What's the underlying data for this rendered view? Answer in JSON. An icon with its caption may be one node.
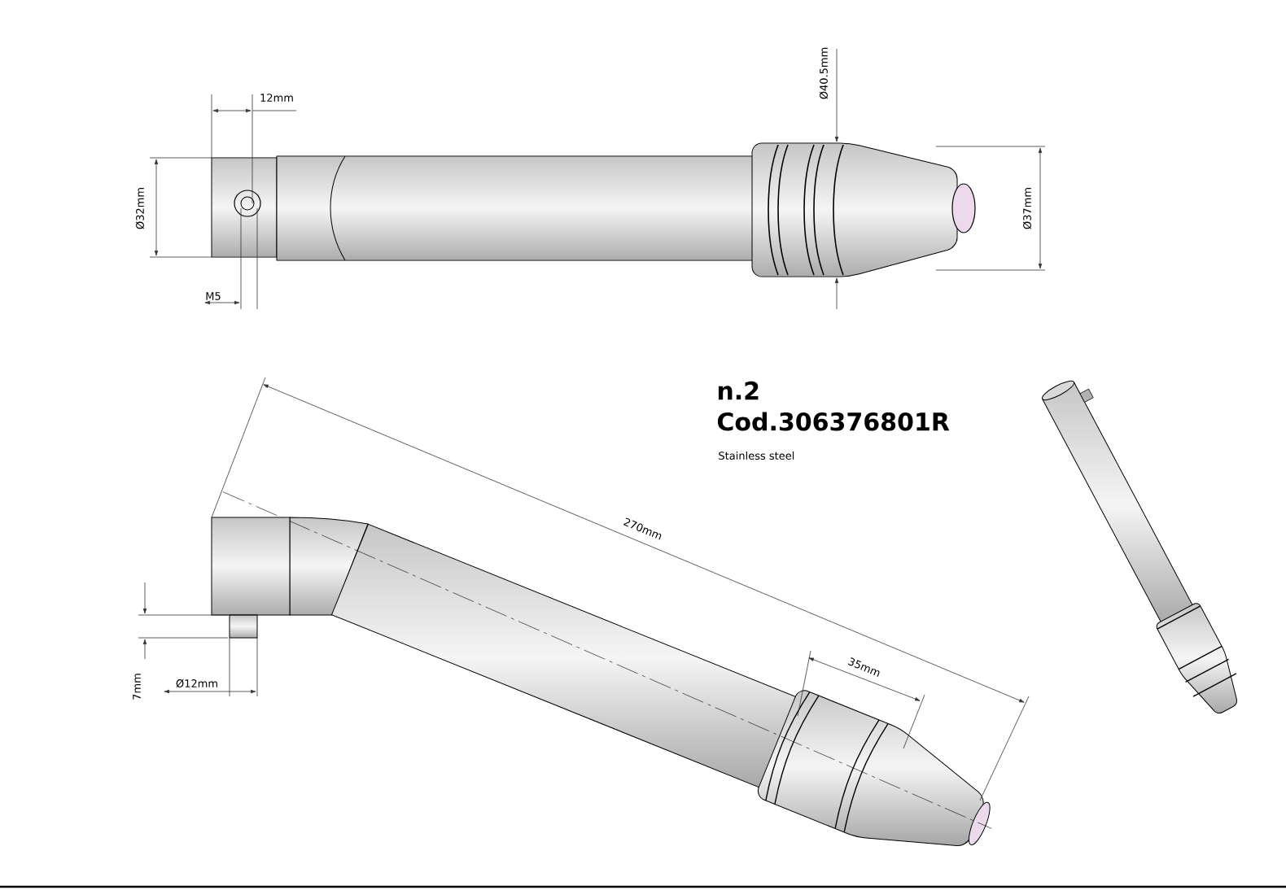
{
  "diagram": {
    "labels": [
      "12mm",
      "Ø32mm",
      "M5",
      "Ø40.5mm",
      "Ø37mm",
      "n.2",
      "Cod.306376801R",
      "Stainless steel",
      "270mm",
      "35mm",
      "7mm",
      "Ø12mm"
    ]
  }
}
